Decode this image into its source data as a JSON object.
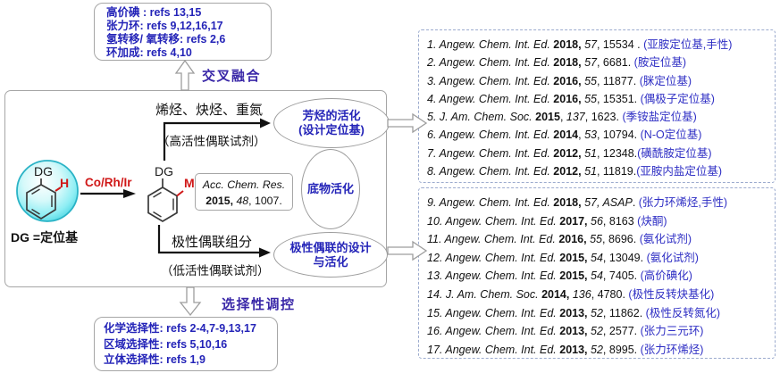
{
  "colors": {
    "blue_text": "#2424b8",
    "note_blue": "#2e2ec4",
    "red": "#d01818",
    "purple_label": "#3a28a8",
    "box_border": "#a6a6a6",
    "dashed_border": "#9cabce",
    "sphere_fill": "#63dde8"
  },
  "top_box": {
    "lines": [
      "高价碘 : refs 13,15",
      "张力环: refs 9,12,16,17",
      "氢转移/ 氧转移: refs 2,6",
      "环加成: refs 4,10"
    ]
  },
  "labels": {
    "cross_fusion": "交叉融合",
    "selectivity_control": "选择性调控",
    "top_route": "烯烃、炔烃、重氮",
    "top_route_sub": "（高活性偶联试剂）",
    "bottom_route": "极性偶联组分",
    "bottom_route_sub": "（低活性偶联试剂）",
    "catalyst": "Co/Rh/Ir",
    "dg_definition": "DG =定位基",
    "dg_substrate": "DG",
    "h_substrate": "H",
    "dg_product": "DG",
    "m_product": "M"
  },
  "ellipses": {
    "arene": {
      "line1": "芳烃的活化",
      "line2": "(设计定位基)"
    },
    "substrate": {
      "line1": "底物活化"
    },
    "polar": {
      "line1": "极性偶联的设计",
      "line2": "与活化"
    }
  },
  "acc_box": {
    "journal": "Acc. Chem. Res.",
    "year": "2015,",
    "volume": "48",
    "page": ", 1007."
  },
  "bottom_box": {
    "lines": [
      "化学选择性: refs 2-4,7-9,13,17",
      "区域选择性: refs 5,10,16",
      "立体选择性: refs 1,9"
    ]
  },
  "refs_box1": {
    "items": [
      {
        "num": "1.",
        "journal": "Angew. Chem. Int. Ed.",
        "year": "2018,",
        "mid": " ",
        "vol": "57",
        "rest": ", 15534 . ",
        "note": "(亚胺定位基,手性)"
      },
      {
        "num": "2.",
        "journal": "Angew. Chem. Int. Ed.",
        "year": "2018,",
        "mid": " ",
        "vol": "57",
        "rest": ", 6681. ",
        "note": "(胺定位基)"
      },
      {
        "num": "3.",
        "journal": "Angew. Chem. Int. Ed.",
        "year": "2016,",
        "mid": " ",
        "vol": "55",
        "rest": ", 11877. ",
        "note": "(脒定位基)"
      },
      {
        "num": "4.",
        "journal": "Angew. Chem. Int. Ed.",
        "year": "2016,",
        "mid": " ",
        "vol": "55",
        "rest": ", 15351. ",
        "note": "(偶极子定位基)"
      },
      {
        "num": "5.",
        "journal": "J. Am. Chem. Soc.",
        "year": "2015",
        "mid": ", ",
        "vol": "137",
        "rest": ", 1623. ",
        "note": "(季铵盐定位基)"
      },
      {
        "num": "6.",
        "journal": "Angew. Chem. Int. Ed.",
        "year": "2014",
        "mid": ", ",
        "vol": "53",
        "rest": ", 10794. ",
        "note": "(N-O定位基)"
      },
      {
        "num": "7.",
        "journal": "Angew. Chem. Int. Ed.",
        "year": "2012,",
        "mid": " ",
        "vol": "51",
        "rest": ", 12348.",
        "note": "(磺酰胺定位基)"
      },
      {
        "num": "8.",
        "journal": "Angew. Chem. Int. Ed.",
        "year": "2012,",
        "mid": " ",
        "vol": "51",
        "rest": ", 11819.",
        "note": "(亚胺内盐定位基)"
      }
    ]
  },
  "refs_box2": {
    "items": [
      {
        "num": "9.",
        "journal": "Angew. Chem. Int. Ed.",
        "year": "2018,",
        "mid": " ",
        "vol": "57, ASAP",
        "rest": ". ",
        "note": "(张力环烯烃,手性)"
      },
      {
        "num": "10.",
        "journal": "Angew. Chem. Int. Ed.",
        "year": "2017,",
        "mid": " ",
        "vol": "56",
        "rest": ", 8163 ",
        "note": "(炔酮)"
      },
      {
        "num": "11.",
        "journal": "Angew. Chem. Int. Ed.",
        "year": "2016,",
        "mid": " ",
        "vol": "55",
        "rest": ", 8696. ",
        "note": "(氨化试剂)"
      },
      {
        "num": "12.",
        "journal": "Angew. Chem. Int. Ed.",
        "year": "2015,",
        "mid": " ",
        "vol": "54",
        "rest": ", 13049. ",
        "note": "(氨化试剂)"
      },
      {
        "num": "13.",
        "journal": "Angew. Chem. Int. Ed.",
        "year": "2015,",
        "mid": " ",
        "vol": "54",
        "rest": ", 7405. ",
        "note": "(高价碘化)"
      },
      {
        "num": "14.",
        "journal": "J. Am. Chem. Soc.",
        "year": "2014,",
        "mid": " ",
        "vol": "136",
        "rest": ", 4780. ",
        "note": "(极性反转炔基化)"
      },
      {
        "num": "15.",
        "journal": "Angew. Chem. Int. Ed.",
        "year": "2013,",
        "mid": " ",
        "vol": "52",
        "rest": ", 11862. ",
        "note": "(极性反转氮化)"
      },
      {
        "num": "16.",
        "journal": "Angew. Chem. Int. Ed.",
        "year": "2013,",
        "mid": " ",
        "vol": "52",
        "rest": ", 2577. ",
        "note": "(张力三元环)"
      },
      {
        "num": "17.",
        "journal": "Angew. Chem. Int. Ed.",
        "year": "2013,",
        "mid": " ",
        "vol": "52",
        "rest": ", 8995. ",
        "note": "(张力环烯烃)"
      }
    ]
  }
}
